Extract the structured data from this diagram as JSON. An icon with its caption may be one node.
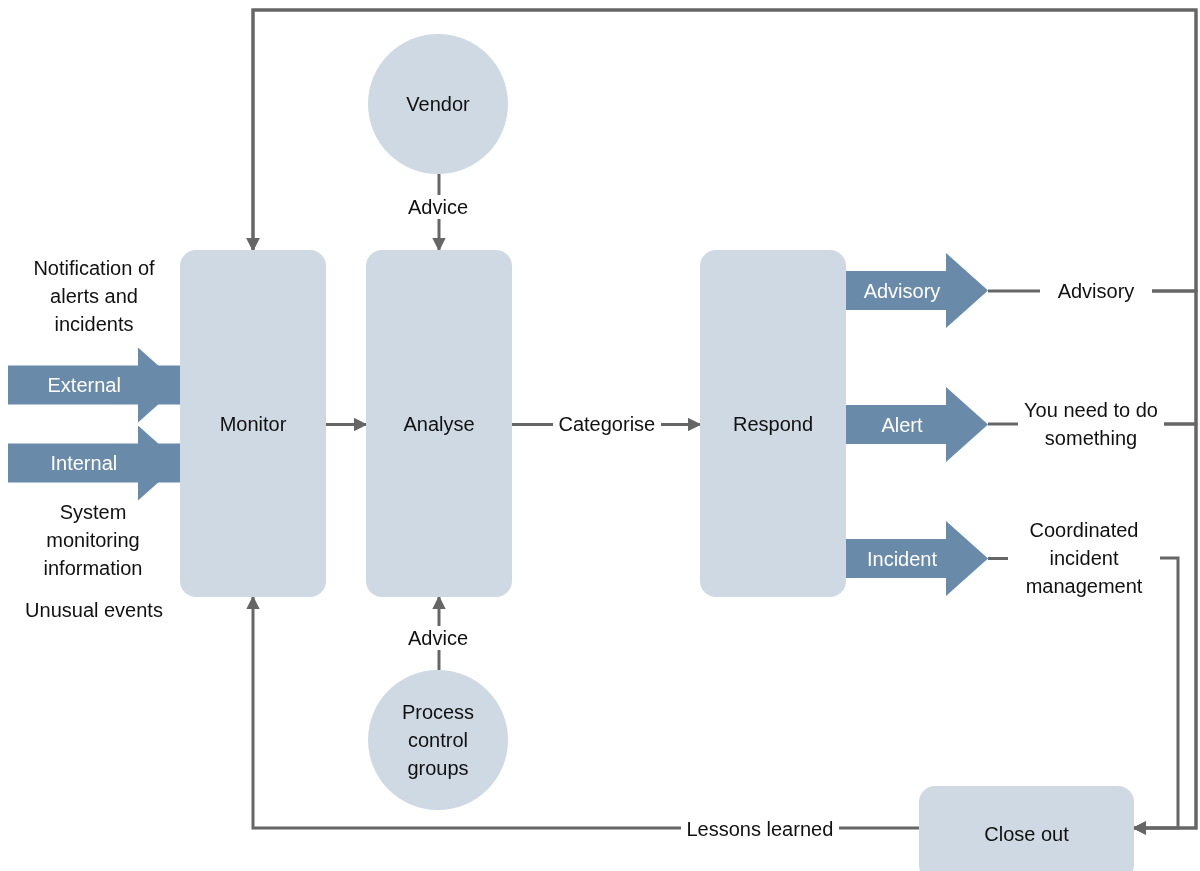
{
  "diagram": {
    "nodes": [
      {
        "text": [
          "Vendor"
        ]
      },
      {
        "text": [
          "Monitor"
        ]
      },
      {
        "text": [
          "Analyse"
        ]
      },
      {
        "text": [
          "Respond"
        ]
      },
      {
        "text": [
          "Advisory"
        ]
      },
      {
        "text": [
          "Advisory"
        ]
      },
      {
        "text": [
          "Alert"
        ]
      },
      {
        "text": [
          "You need to do something"
        ]
      },
      {
        "text": [
          "Incident"
        ]
      },
      {
        "text": [
          "Coordinated incident management"
        ]
      },
      {
        "text": [
          "Process control groups"
        ]
      },
      {
        "text": [
          "Close out"
        ]
      }
    ],
    "edges": [
      {
        "from": 1,
        "to": 2,
        "arrow": "to"
      },
      {
        "from": 0,
        "to": 2,
        "arrow": "to",
        "label": "Advice"
      },
      {
        "from": 10,
        "to": 2,
        "arrow": "to",
        "label": "Advice"
      },
      {
        "from": 2,
        "to": 3,
        "arrow": "to",
        "label": "Categorise"
      },
      {
        "from": 4,
        "to": 5,
        "arrow": "none"
      },
      {
        "from": 6,
        "to": 7,
        "arrow": "none"
      },
      {
        "from": 8,
        "to": 9,
        "arrow": "none"
      },
      {
        "from": 5,
        "to": 1,
        "arrow": "to"
      },
      {
        "from": 7,
        "to": 1,
        "arrow": "to"
      },
      {
        "from": 9,
        "to": 11,
        "arrow": "to"
      },
      {
        "from": 5,
        "to": 11,
        "arrow": "to"
      },
      {
        "from": 7,
        "to": 11,
        "arrow": "to"
      },
      {
        "from": 11,
        "to": 1,
        "arrow": "to",
        "label": "Lessons learned"
      },
      {
        "from": null,
        "to": 1,
        "arrow": "to",
        "label": "External",
        "style": "thick",
        "color": "#6a8aaa"
      },
      {
        "from": null,
        "to": 1,
        "arrow": "to",
        "label": "Internal",
        "style": "thick",
        "color": "#6a8aaa"
      }
    ],
    "labels": [
      "Notification of alerts and incidents",
      "System monitoring information",
      "Unusual events"
    ]
  }
}
